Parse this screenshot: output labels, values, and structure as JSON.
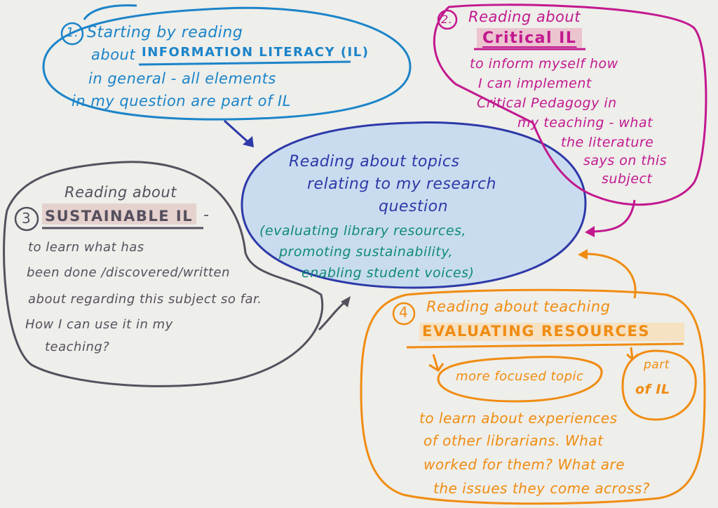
{
  "center": {
    "title_lines": [
      "Reading about topics",
      "relating to my research",
      "question"
    ],
    "sub_lines": [
      "(evaluating library resources,",
      "promoting sustainability,",
      "enabling student voices)"
    ]
  },
  "box1": {
    "number": "1.",
    "line1": "Starting by reading",
    "about": "about",
    "term": "INFORMATION LITERACY (IL)",
    "line3": "in general - all elements",
    "line4": "in my question are part of IL"
  },
  "box2": {
    "number": "2.",
    "line1": "Reading about",
    "term": "Critical IL",
    "lines": [
      "to inform myself how",
      "I can implement",
      "Critical Pedagogy in",
      "my teaching - what",
      "the literature",
      "says on this",
      "subject"
    ]
  },
  "box3": {
    "number": "3",
    "line1": "Reading about",
    "term": "SUSTAINABLE IL",
    "dash": "-",
    "lines": [
      "to learn what has",
      "been done /discovered/written",
      "about regarding this subject so far.",
      "How I can use it in my",
      "teaching?"
    ]
  },
  "box4": {
    "number": "4",
    "line1": "Reading about teaching",
    "term": "EVALUATING RESOURCES",
    "bubble_focus": "more focused topic",
    "bubble_part_1": "part",
    "bubble_part_2": "of IL",
    "lines": [
      "to learn about experiences",
      "of other librarians. What",
      "worked for them? What are",
      "the issues they come across?"
    ]
  },
  "colors": {
    "paper": "#eeeeea",
    "blue": "#1b84c9",
    "magenta": "#c2188f",
    "grey": "#56505e",
    "navy": "#2d39a8",
    "teal": "#0f8a78",
    "orange": "#f08c12",
    "center_fill": "#c9dcef"
  }
}
